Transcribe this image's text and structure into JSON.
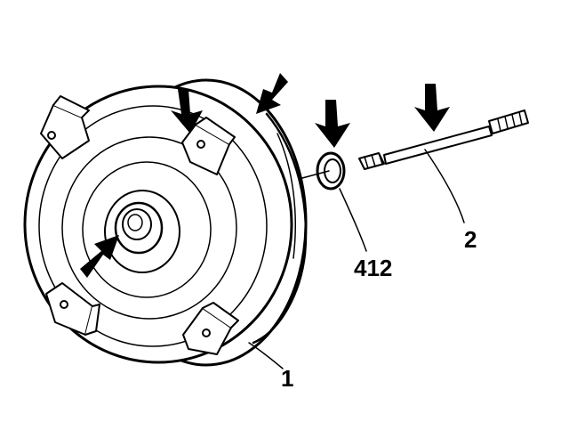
{
  "diagram": {
    "callouts": {
      "converter": "1",
      "tool": "2",
      "seal": "412"
    },
    "icons": [
      "torque-converter",
      "seal-ring",
      "installer-rod",
      "arrow-pointer"
    ],
    "colors": {
      "ink": "#000000",
      "paper": "#ffffff"
    }
  }
}
